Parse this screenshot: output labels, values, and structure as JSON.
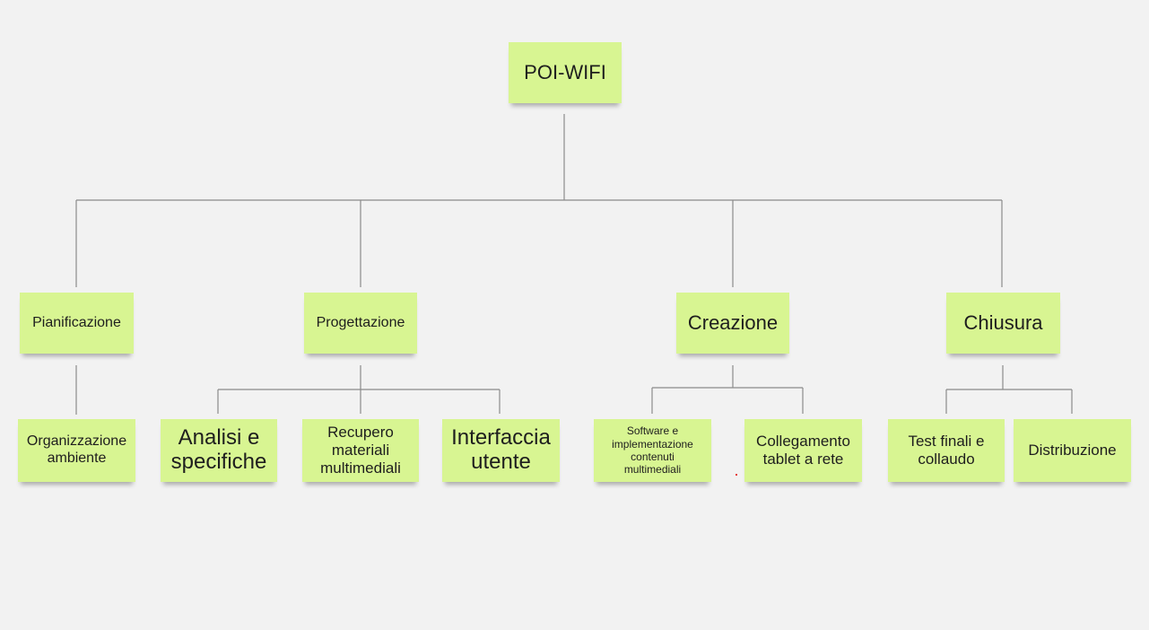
{
  "diagram": {
    "root": {
      "label": "POI-WIFI"
    },
    "phases": [
      {
        "label": "Pianificazione",
        "tasks": [
          {
            "label": "Organizzazione ambiente"
          }
        ]
      },
      {
        "label": "Progettazione",
        "tasks": [
          {
            "label": "Analisi e specifiche"
          },
          {
            "label": "Recupero materiali multimediali"
          },
          {
            "label": "Interfaccia utente"
          }
        ]
      },
      {
        "label": "Creazione",
        "tasks": [
          {
            "label": "Software e implementazione contenuti multimediali"
          },
          {
            "label": "Collegamento tablet a rete"
          }
        ]
      },
      {
        "label": "Chiusura",
        "tasks": [
          {
            "label": "Test finali e collaudo"
          },
          {
            "label": "Distribuzione"
          }
        ]
      }
    ],
    "colors": {
      "note": "#d8f592",
      "line": "#8a8a8a",
      "background": "#f2f2f2"
    }
  }
}
